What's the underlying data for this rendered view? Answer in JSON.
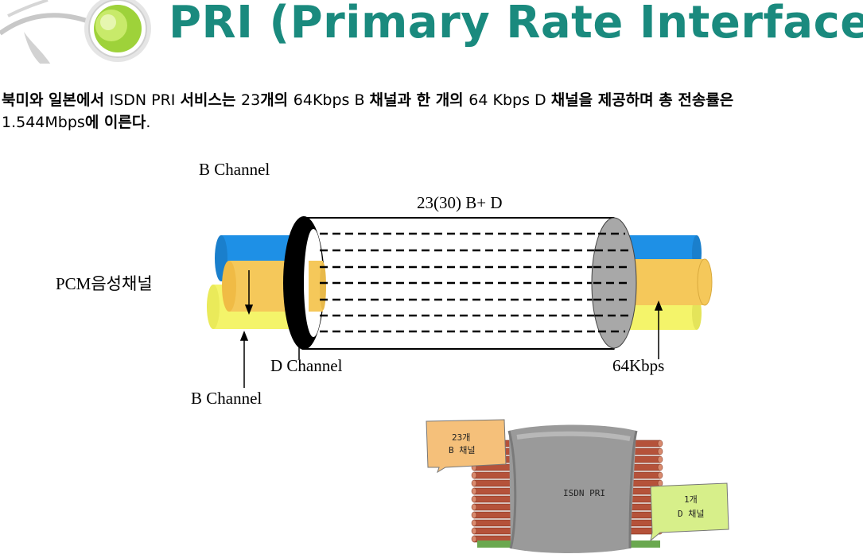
{
  "header": {
    "title": "PRI (Primary Rate Interface)"
  },
  "description": {
    "line1": [
      {
        "text": "북미와 일본에서 ",
        "bold": true
      },
      {
        "text": "ISDN PRI ",
        "bold": false
      },
      {
        "text": "서비스는 ",
        "bold": true
      },
      {
        "text": "23",
        "bold": false
      },
      {
        "text": "개의 ",
        "bold": true
      },
      {
        "text": "64Kbps B ",
        "bold": false
      },
      {
        "text": "채널과 한 개의 ",
        "bold": true
      },
      {
        "text": "64 Kbps D ",
        "bold": false
      },
      {
        "text": "채널을 제공하며 총 전송률은",
        "bold": true
      }
    ],
    "line2": [
      {
        "text": "1.544Mbps",
        "bold": false
      },
      {
        "text": "에 이른다",
        "bold": true
      },
      {
        "text": ".",
        "bold": false
      }
    ]
  },
  "diagram": {
    "label_b_channel_top": "B Channel",
    "label_trunk": "23(30) B+ D",
    "label_pcm": "PCM음성채널",
    "label_d_channel": "D Channel",
    "label_b_channel_bottom": "B Channel",
    "label_rate": "64Kbps",
    "colors": {
      "blue_cable": "#1e90e6",
      "orange_cable": "#f5c85a",
      "yellow_cable": "#f4f46a",
      "ring": "#000000",
      "end_cap": "#a8a8a8"
    }
  },
  "bundle": {
    "label_center": "ISDN PRI",
    "note_left_line1": "23개",
    "note_left_line2": "B 채널",
    "note_right_line1": "1개",
    "note_right_line2": "D 채널",
    "colors": {
      "note_left": "#f5c07a",
      "note_right": "#d7ef8a",
      "wire": "#b5523a",
      "jacket": "#9a9a9a"
    }
  }
}
